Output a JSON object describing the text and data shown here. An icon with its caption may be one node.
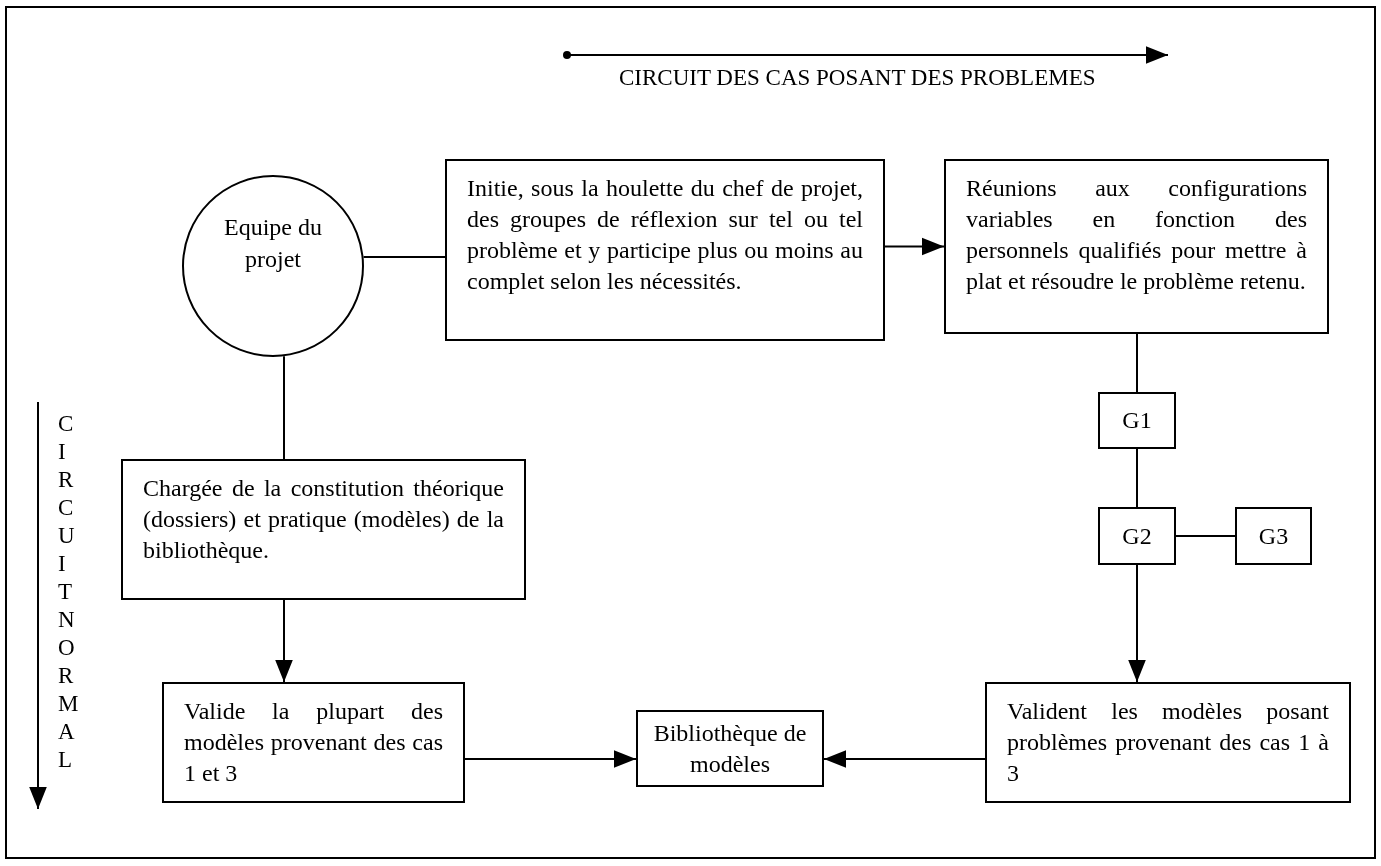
{
  "diagram": {
    "nodes": [
      {
        "text": [
          "Equipe du projet"
        ]
      },
      {
        "text": [
          "Initie, sous la houlette du chef de projet, des groupes de réflexion sur tel ou tel problème et y participe plus ou moins au complet selon les nécessités."
        ]
      },
      {
        "text": [
          "Réunions aux configurations variables en fonction des personnels qualifiés pour mettre à plat et résoudre le problème retenu."
        ]
      },
      {
        "text": [
          "G1"
        ]
      },
      {
        "text": [
          "Chargée de la constitution théorique (dossiers) et pratique (modèles) de la bibliothèque."
        ]
      },
      {
        "text": [
          "G2"
        ]
      },
      {
        "text": [
          "G3"
        ]
      },
      {
        "text": [
          "Valide la plupart des modèles provenant des cas 1 et 3"
        ]
      },
      {
        "text": [
          "Bibliothèque de modèles"
        ]
      },
      {
        "text": [
          "Valident les modèles posant problèmes provenant des cas 1 à 3"
        ]
      }
    ],
    "edges": [
      {
        "from": 0,
        "to": 1,
        "arrow": "none"
      },
      {
        "from": 1,
        "to": 2,
        "arrow": "to"
      },
      {
        "from": 0,
        "to": 4,
        "arrow": "none"
      },
      {
        "from": 2,
        "to": 3,
        "arrow": "none"
      },
      {
        "from": 3,
        "to": 5,
        "arrow": "none"
      },
      {
        "from": 5,
        "to": 6,
        "arrow": "none"
      },
      {
        "from": 4,
        "to": 7,
        "arrow": "to"
      },
      {
        "from": 5,
        "to": 9,
        "arrow": "to"
      },
      {
        "from": 7,
        "to": 8,
        "arrow": "to"
      },
      {
        "from": 9,
        "to": 8,
        "arrow": "to"
      }
    ],
    "labels": [
      "CIRCUIT DES CAS POSANT DES PROBLEMES",
      "CIRCUIT NORMAL"
    ]
  }
}
